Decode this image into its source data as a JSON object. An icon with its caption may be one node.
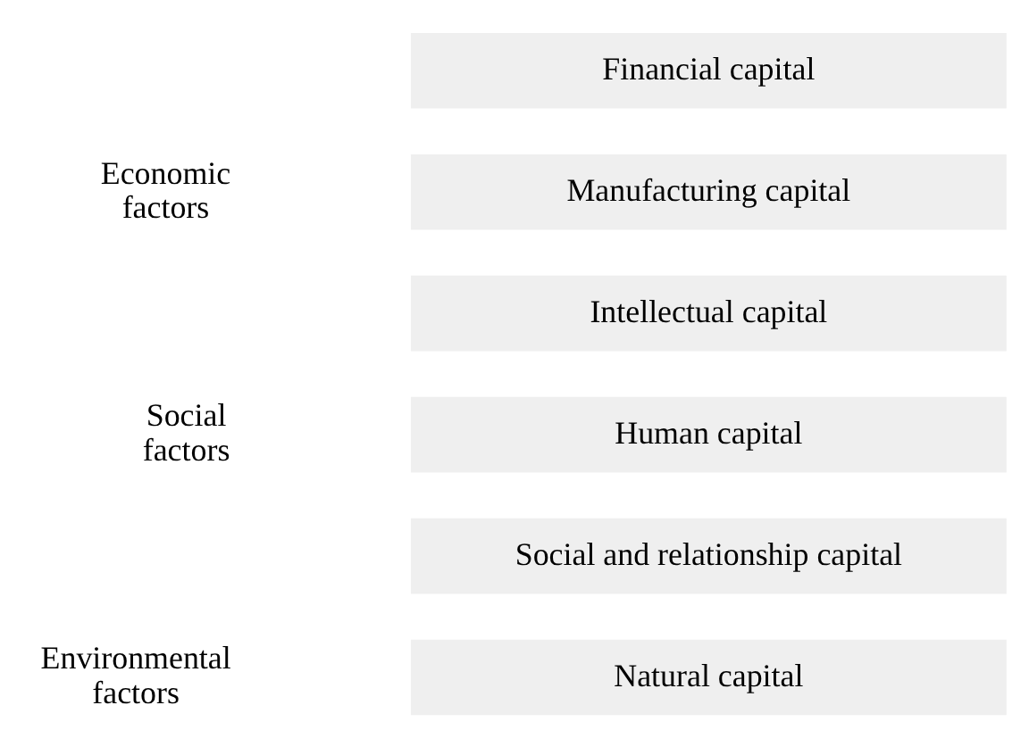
{
  "diagram": {
    "nodes": [
      {
        "text": [
          "Financial capital"
        ]
      },
      {
        "text": [
          "Manufacturing capital"
        ]
      },
      {
        "text": [
          "Intellectual capital"
        ]
      },
      {
        "text": [
          "Human capital"
        ]
      },
      {
        "text": [
          "Social and relationship capital"
        ]
      },
      {
        "text": [
          "Natural capital"
        ]
      }
    ],
    "edges": [],
    "labels": [
      "Economic factors",
      "Social factors",
      "Environmental factors"
    ]
  }
}
